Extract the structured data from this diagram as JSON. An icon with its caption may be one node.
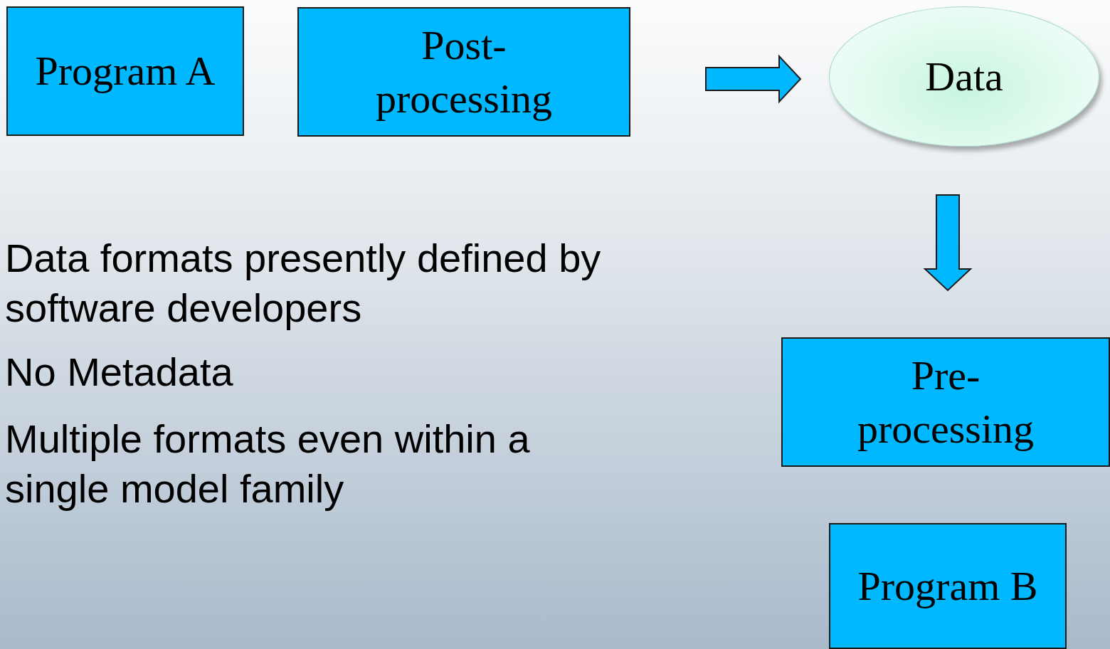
{
  "diagram": {
    "nodes": [
      {
        "text": [
          "Program A"
        ]
      },
      {
        "text": [
          "Post- processing"
        ]
      },
      {
        "text": [
          "Data"
        ]
      },
      {
        "text": [
          "Pre- processing"
        ]
      },
      {
        "text": [
          "Program B"
        ]
      }
    ],
    "edges": [
      {
        "from": 1,
        "to": 2,
        "arrow": "to"
      },
      {
        "from": 2,
        "to": 3,
        "arrow": "to"
      }
    ],
    "labels": [
      "Data formats presently defined by software developers",
      "No Metadata",
      "Multiple formats even within a single model family"
    ]
  }
}
